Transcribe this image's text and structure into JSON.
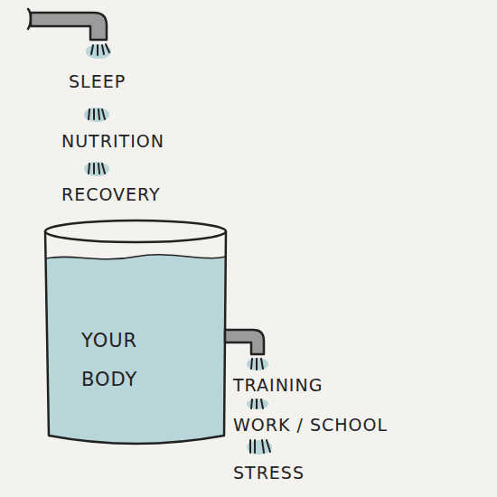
{
  "diagram": {
    "nodes": [
      {
        "text": [
          "YOUR BODY"
        ]
      }
    ],
    "labels": [
      "SLEEP",
      "NUTRITION",
      "RECOVERY",
      "TRAINING",
      "WORK / SCHOOL",
      "STRESS"
    ]
  }
}
